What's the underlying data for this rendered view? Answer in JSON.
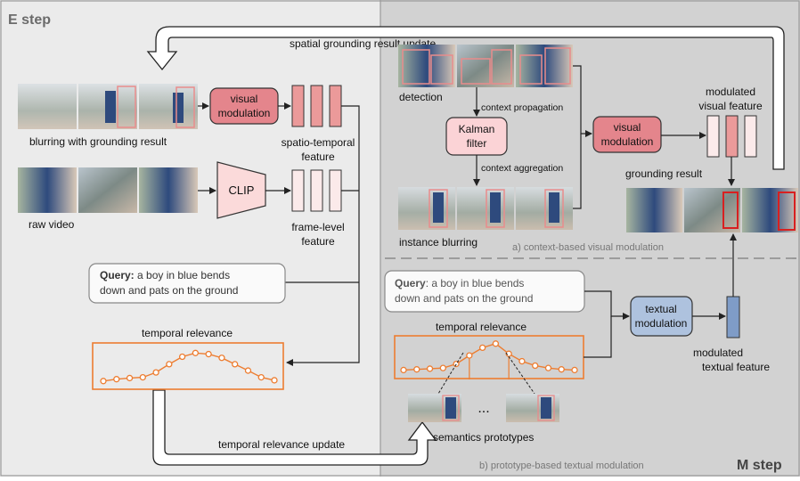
{
  "estep": {
    "title": "E step",
    "blur_label": "blurring with grounding result",
    "raw_label": "raw video",
    "visual_mod": [
      "visual",
      "modulation"
    ],
    "clip": "CLIP",
    "st_feature": [
      "spatio-temporal",
      "feature"
    ],
    "fl_feature": [
      "frame-level",
      "feature"
    ],
    "query_bold": "Query:",
    "query_line1": " a boy in blue bends",
    "query_line2": "down and pats on the ground",
    "temporal_relevance": "temporal relevance",
    "spatial_update": "spatial grounding result update",
    "temporal_update": "temporal relevance update"
  },
  "mstep": {
    "title": "M step",
    "detection": "detection",
    "context_propagation": "context propagation",
    "context_aggregation": "context aggregation",
    "kalman": [
      "Kalman",
      "filter"
    ],
    "visual_mod": [
      "visual",
      "modulation"
    ],
    "modulated_visual": [
      "modulated",
      "visual feature"
    ],
    "grounding_result": "grounding result",
    "instance_blurring": "instance blurring",
    "caption_a": "a) context-based visual modulation",
    "query_bold": "Query",
    "query_line1": ": a boy in blue bends",
    "query_line2": "down and pats on the ground",
    "temporal_relevance": "temporal relevance",
    "textual_mod": [
      "textual",
      "modulation"
    ],
    "modulated_textual": [
      "modulated",
      "textual feature"
    ],
    "ellipsis": "...",
    "semantics_prototypes": "semantics prototypes",
    "caption_b": "b) prototype-based textual modulation"
  },
  "colors": {
    "left_bg": "#ebebeb",
    "right_bg": "#d2d2d2",
    "visual_mod": "#e4858c",
    "kalman": "#fbd3d6",
    "clip": "#fbdada",
    "feature_dark": "#eb9a9a",
    "feature_light": "#fbeaea",
    "textual_mod": "#aec2de",
    "textual_feature": "#7f9cc7",
    "orange": "#ed7d31",
    "red_box": "#d82020"
  },
  "chart_data": [
    {
      "type": "line",
      "title": "temporal relevance",
      "x": [
        1,
        2,
        3,
        4,
        5,
        6,
        7,
        8,
        9,
        10,
        11,
        12,
        13,
        14
      ],
      "values": [
        0.1,
        0.15,
        0.18,
        0.2,
        0.33,
        0.55,
        0.75,
        0.85,
        0.82,
        0.72,
        0.55,
        0.38,
        0.2,
        0.12
      ],
      "ylim": [
        0,
        1
      ]
    },
    {
      "type": "line",
      "title": "temporal relevance",
      "x": [
        1,
        2,
        3,
        4,
        5,
        6,
        7,
        8,
        9,
        10,
        11,
        12,
        13,
        14
      ],
      "values": [
        0.12,
        0.14,
        0.16,
        0.18,
        0.3,
        0.55,
        0.78,
        0.9,
        0.6,
        0.38,
        0.25,
        0.18,
        0.14,
        0.12
      ],
      "ylim": [
        0,
        1
      ]
    }
  ]
}
